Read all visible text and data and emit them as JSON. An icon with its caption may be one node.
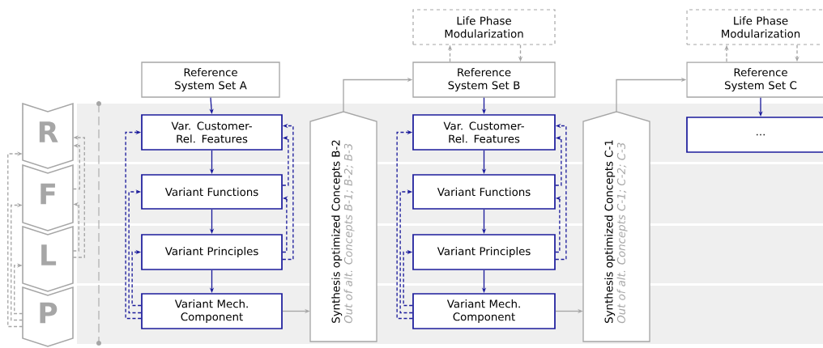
{
  "diagram": {
    "nodes": [
      {
        "text": [
          "R"
        ]
      },
      {
        "text": [
          "F"
        ]
      },
      {
        "text": [
          "L"
        ]
      },
      {
        "text": [
          "P"
        ]
      },
      {
        "text": [
          "Reference System Set A"
        ]
      },
      {
        "text": [
          "Var. Customer-Rel. Features"
        ]
      },
      {
        "text": [
          "Variant Functions"
        ]
      },
      {
        "text": [
          "Variant Principles"
        ]
      },
      {
        "text": [
          "Variant Mech. Component"
        ]
      },
      {
        "text": [
          "Synthesis optimized Concepts B-2",
          "Out of alt. Concepts B-1; B-2; B-3"
        ]
      },
      {
        "text": [
          "Life Phase Modularization"
        ]
      },
      {
        "text": [
          "Reference System Set B"
        ]
      },
      {
        "text": [
          "Var. Customer-Rel. Features"
        ]
      },
      {
        "text": [
          "Variant Functions"
        ]
      },
      {
        "text": [
          "Variant Principles"
        ]
      },
      {
        "text": [
          "Variant Mech. Component"
        ]
      },
      {
        "text": [
          "Synthesis optimized Concepts C-1",
          "Out of alt. Concepts C-1; C-2; C-3"
        ]
      },
      {
        "text": [
          "Life Phase Modularization"
        ]
      },
      {
        "text": [
          "Reference System Set C"
        ]
      },
      {
        "text": [
          "..."
        ]
      }
    ],
    "edges": [
      {
        "from": 3,
        "to": 0,
        "arrow": "to",
        "style": "dashed",
        "color": "#a6a6a6"
      },
      {
        "from": 3,
        "to": 1,
        "arrow": "to",
        "style": "dashed",
        "color": "#a6a6a6"
      },
      {
        "from": 3,
        "to": 2,
        "arrow": "to",
        "style": "dashed",
        "color": "#a6a6a6"
      },
      {
        "from": 1,
        "to": 0,
        "arrow": "to",
        "style": "dashed",
        "color": "#a6a6a6"
      },
      {
        "from": 2,
        "to": 0,
        "arrow": "to",
        "style": "dashed",
        "color": "#a6a6a6"
      },
      {
        "from": 2,
        "to": 1,
        "arrow": "to",
        "style": "dashed",
        "color": "#a6a6a6"
      },
      {
        "from": 4,
        "to": 5,
        "arrow": "to"
      },
      {
        "from": 5,
        "to": 6,
        "arrow": "to"
      },
      {
        "from": 6,
        "to": 7,
        "arrow": "to"
      },
      {
        "from": 7,
        "to": 8,
        "arrow": "to"
      },
      {
        "from": 8,
        "to": 5,
        "arrow": "to",
        "style": "dashed"
      },
      {
        "from": 8,
        "to": 6,
        "arrow": "to",
        "style": "dashed"
      },
      {
        "from": 8,
        "to": 7,
        "arrow": "to",
        "style": "dashed"
      },
      {
        "from": 6,
        "to": 5,
        "arrow": "to",
        "style": "dashed"
      },
      {
        "from": 7,
        "to": 5,
        "arrow": "to",
        "style": "dashed"
      },
      {
        "from": 7,
        "to": 6,
        "arrow": "to",
        "style": "dashed"
      },
      {
        "from": 8,
        "to": 9,
        "arrow": "to",
        "color": "#a6a6a6"
      },
      {
        "from": 9,
        "to": 11,
        "arrow": "to",
        "color": "#a6a6a6"
      },
      {
        "from": 11,
        "to": 10,
        "arrow": "to",
        "style": "dashed",
        "color": "#a6a6a6"
      },
      {
        "from": 10,
        "to": 11,
        "arrow": "to",
        "style": "dashed",
        "color": "#a6a6a6"
      },
      {
        "from": 11,
        "to": 12,
        "arrow": "to"
      },
      {
        "from": 12,
        "to": 13,
        "arrow": "to"
      },
      {
        "from": 13,
        "to": 14,
        "arrow": "to"
      },
      {
        "from": 14,
        "to": 15,
        "arrow": "to"
      },
      {
        "from": 15,
        "to": 12,
        "arrow": "to",
        "style": "dashed"
      },
      {
        "from": 15,
        "to": 13,
        "arrow": "to",
        "style": "dashed"
      },
      {
        "from": 15,
        "to": 14,
        "arrow": "to",
        "style": "dashed"
      },
      {
        "from": 13,
        "to": 12,
        "arrow": "to",
        "style": "dashed"
      },
      {
        "from": 14,
        "to": 12,
        "arrow": "to",
        "style": "dashed"
      },
      {
        "from": 14,
        "to": 13,
        "arrow": "to",
        "style": "dashed"
      },
      {
        "from": 15,
        "to": 16,
        "arrow": "to",
        "color": "#a6a6a6"
      },
      {
        "from": 16,
        "to": 18,
        "arrow": "to",
        "color": "#a6a6a6"
      },
      {
        "from": 18,
        "to": 17,
        "arrow": "to",
        "style": "dashed",
        "color": "#a6a6a6"
      },
      {
        "from": 17,
        "to": 18,
        "arrow": "to",
        "style": "dashed",
        "color": "#a6a6a6"
      },
      {
        "from": 18,
        "to": 19,
        "arrow": "to"
      }
    ]
  }
}
